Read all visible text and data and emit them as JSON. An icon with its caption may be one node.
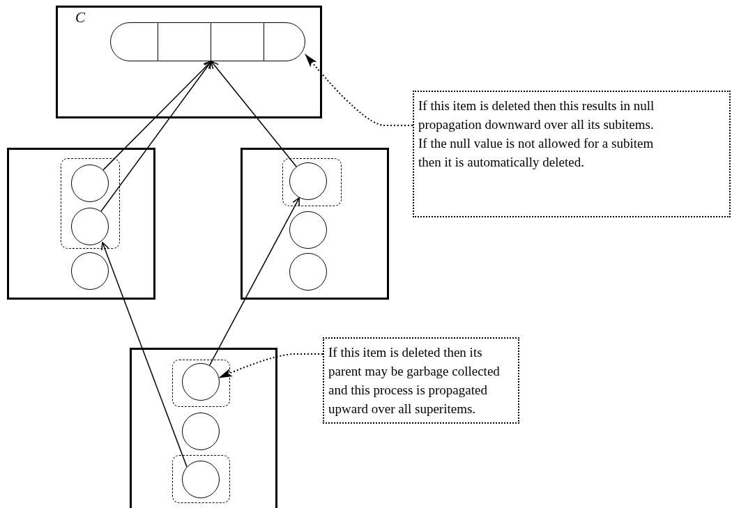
{
  "diagram": {
    "nodes": [
      {
        "text": [
          "C"
        ]
      },
      {
        "text": [],
        "shape": "box",
        "in": 0
      },
      {
        "text": [],
        "shape": "box"
      },
      {
        "text": [],
        "shape": "box",
        "in": 2
      },
      {
        "text": [],
        "shape": "circle",
        "in": 3
      },
      {
        "text": [],
        "shape": "circle",
        "in": 3
      },
      {
        "text": [],
        "shape": "circle",
        "in": 2
      },
      {
        "text": [],
        "shape": "box"
      },
      {
        "text": [],
        "shape": "box",
        "in": 7
      },
      {
        "text": [],
        "shape": "circle",
        "in": 8
      },
      {
        "text": [],
        "shape": "circle",
        "in": 7
      },
      {
        "text": [],
        "shape": "circle",
        "in": 7
      },
      {
        "text": [],
        "shape": "box"
      },
      {
        "text": [],
        "shape": "box",
        "in": 12
      },
      {
        "text": [],
        "shape": "circle",
        "in": 13
      },
      {
        "text": [],
        "shape": "circle",
        "in": 12
      },
      {
        "text": [],
        "shape": "box",
        "in": 12
      },
      {
        "text": [],
        "shape": "circle",
        "in": 16
      },
      {
        "text": [
          "If this item is deleted then this results in null propagation downward over all its subitems. If the null value is not allowed for a subitem then it is automatically deleted."
        ]
      },
      {
        "text": [
          "If this item is deleted then its parent may be garbage collected and this process is propagated upward over all superitems."
        ]
      }
    ],
    "edges": [
      {
        "from": 4,
        "to": 1,
        "arrow": "to"
      },
      {
        "from": 5,
        "to": 1,
        "arrow": "to"
      },
      {
        "from": 9,
        "to": 1,
        "arrow": "to"
      },
      {
        "from": 17,
        "to": 5,
        "arrow": "to"
      },
      {
        "from": 14,
        "to": 9,
        "arrow": "to"
      },
      {
        "from": 18,
        "to": 1,
        "arrow": "to",
        "style": "dashed"
      },
      {
        "from": 19,
        "to": 14,
        "arrow": "to",
        "style": "dashed"
      }
    ]
  }
}
